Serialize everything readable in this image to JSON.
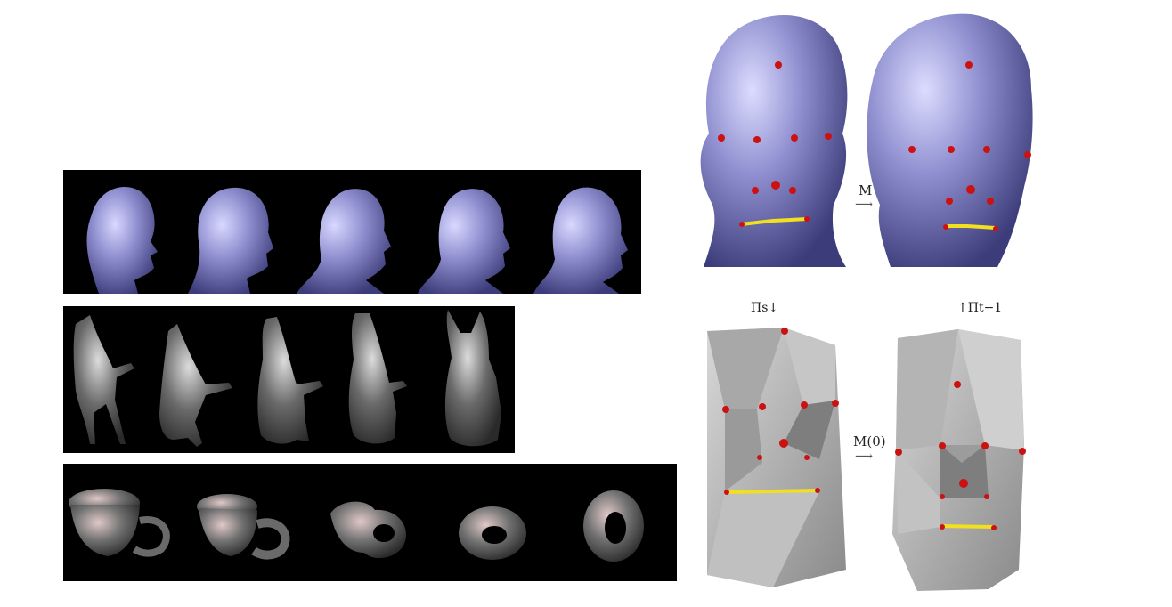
{
  "labels": {
    "m": "M",
    "m_arrow": "⟶",
    "pi_s": "Πs↓",
    "pi_t_inv": "↑Πt−1",
    "m0": "M(0)",
    "m0_arrow": "⟶"
  },
  "colors": {
    "panel_bg": "#000000",
    "head_surface": "#8f8fd0",
    "animal_surface": "#6a6a6a",
    "cup_surface": "#707070",
    "marker_red": "#cc1111",
    "line_yellow": "#f2e020",
    "base_mesh_gray": "#bdbdbd"
  },
  "icons": [
    "head-morph-thumbnail",
    "animal-morph-thumbnail",
    "cup-morph-thumbnail",
    "head-mesh",
    "base-mesh"
  ]
}
